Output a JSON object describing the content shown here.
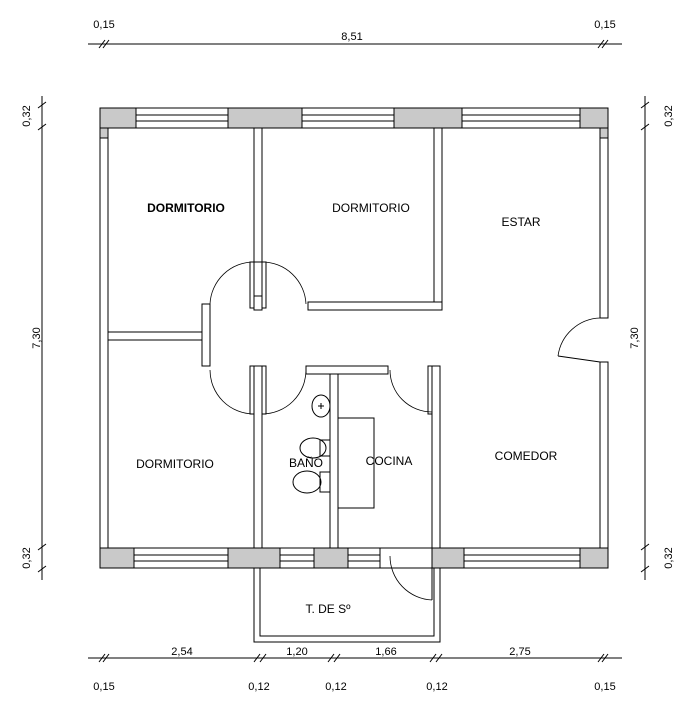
{
  "dimensions": {
    "top_left": "0,15",
    "top_total": "8,51",
    "top_right": "0,15",
    "left_top": "0,32",
    "left_mid": "7,30",
    "left_bottom": "0,32",
    "right_top": "0,32",
    "right_mid": "7,30",
    "right_bottom": "0,32",
    "bottom_a": "2,54",
    "bottom_b": "1,20",
    "bottom_c": "1,66",
    "bottom_d": "2,75",
    "bottom_w1": "0,15",
    "bottom_w2": "0,12",
    "bottom_w3": "0,12",
    "bottom_w4": "0,12",
    "bottom_w5": "0,15"
  },
  "rooms": {
    "dormitorio_1": "DORMITORIO",
    "dormitorio_2": "DORMITORIO",
    "estar": "ESTAR",
    "dormitorio_3": "DORMITORIO",
    "bano": "BAÑO",
    "cocina": "COCINA",
    "comedor": "COMEDOR",
    "tendedero": "T. DE Sº"
  },
  "colors": {
    "column_fill": "#c9c9c9",
    "line": "#000000"
  }
}
